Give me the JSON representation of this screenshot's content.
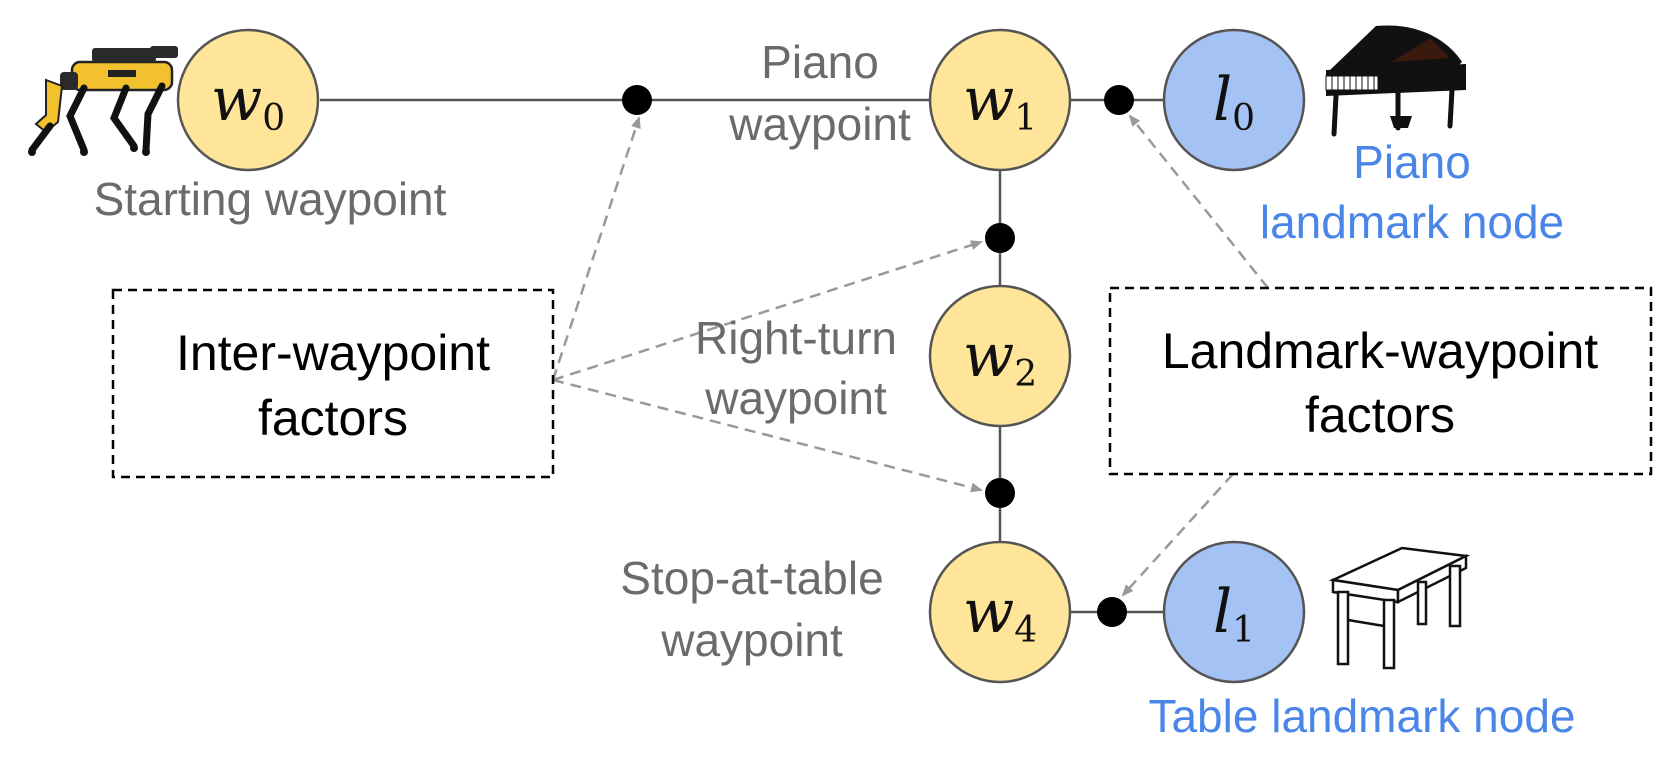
{
  "colors": {
    "waypoint_fill": "#ffe599",
    "landmark_fill": "#a4c2f4",
    "node_stroke": "#555555",
    "edge": "#555555",
    "factor": "#000000",
    "gray_label": "#6b6b6b",
    "blue_label": "#4a86e8",
    "arrow": "#999999"
  },
  "nodes": {
    "w0": {
      "var": "w",
      "sub": "0",
      "kind": "waypoint"
    },
    "w1": {
      "var": "w",
      "sub": "1",
      "kind": "waypoint"
    },
    "w2": {
      "var": "w",
      "sub": "2",
      "kind": "waypoint"
    },
    "w4": {
      "var": "w",
      "sub": "4",
      "kind": "waypoint"
    },
    "l0": {
      "var": "l",
      "sub": "0",
      "kind": "landmark"
    },
    "l1": {
      "var": "l",
      "sub": "1",
      "kind": "landmark"
    }
  },
  "labels": {
    "starting": "Starting waypoint",
    "piano_wp_1": "Piano",
    "piano_wp_2": "waypoint",
    "right_turn_1": "Right-turn",
    "right_turn_2": "waypoint",
    "stop_table_1": "Stop-at-table",
    "stop_table_2": "waypoint",
    "piano_lm_1": "Piano",
    "piano_lm_2": "landmark node",
    "table_lm": "Table landmark node"
  },
  "boxes": {
    "inter_1": "Inter-waypoint",
    "inter_2": "factors",
    "landmark_1": "Landmark-waypoint",
    "landmark_2": "factors"
  },
  "icons": [
    "robot-dog-icon",
    "grand-piano-icon",
    "table-icon"
  ]
}
